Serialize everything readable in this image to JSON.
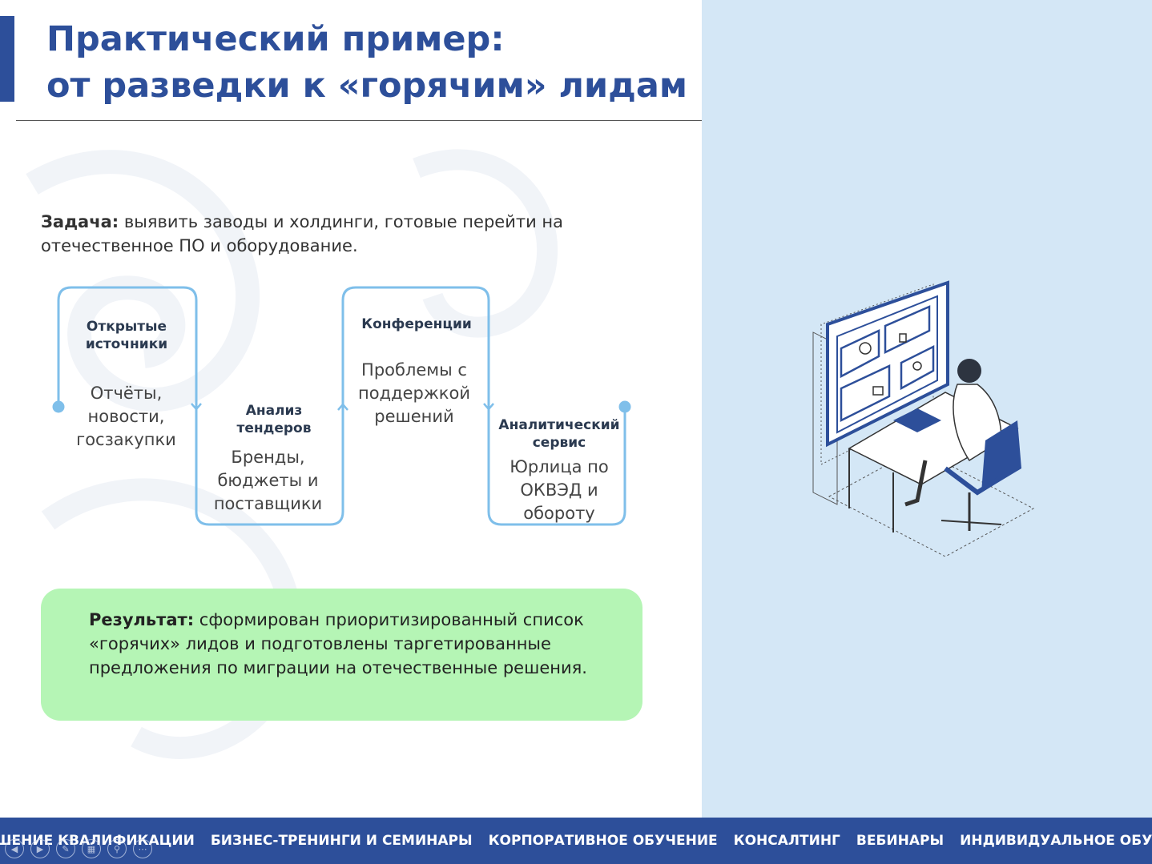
{
  "slide": {
    "title_line1": "Практический пример:",
    "title_line2": "от разведки к «горячим» лидам"
  },
  "task": {
    "label": "Задача:",
    "text": " выявить заводы и холдинги, готовые перейти на отечественное ПО и оборудование."
  },
  "flow": {
    "steps": [
      {
        "title": "Открытые источники",
        "text": "Отчёты, новости, госзакупки"
      },
      {
        "title": "Анализ тендеров",
        "text": "Бренды, бюджеты и поставщики"
      },
      {
        "title": "Конференции",
        "text": "Проблемы с поддержкой решений"
      },
      {
        "title": "Аналитический сервис",
        "text": "Юрлица по ОКВЭД и обороту"
      }
    ]
  },
  "result": {
    "label": "Результат:",
    "text": " сформирован приоритизированный список «горячих» лидов и подготовлены таргетированные предложения по миграции на отечественные решения."
  },
  "footer": {
    "items": [
      "ПОВЫШЕНИЕ КВАЛИФИКАЦИИ",
      "БИЗНЕС-ТРЕНИНГИ И СЕМИНАРЫ",
      "КОРПОРАТИВНОЕ ОБУЧЕНИЕ",
      "КОНСАЛТИНГ",
      "ВЕБИНАРЫ",
      "ИНДИВИДУАЛЬНОЕ ОБУЧЕНИЕ"
    ]
  },
  "player_controls": [
    "prev-icon",
    "next-icon",
    "pen-icon",
    "slides-icon",
    "zoom-icon",
    "more-icon"
  ],
  "colors": {
    "brand_blue": "#2d4f9a",
    "flow_line": "#7fbfea",
    "result_bg": "#b5f5b5",
    "right_panel": "#d4e7f6"
  }
}
